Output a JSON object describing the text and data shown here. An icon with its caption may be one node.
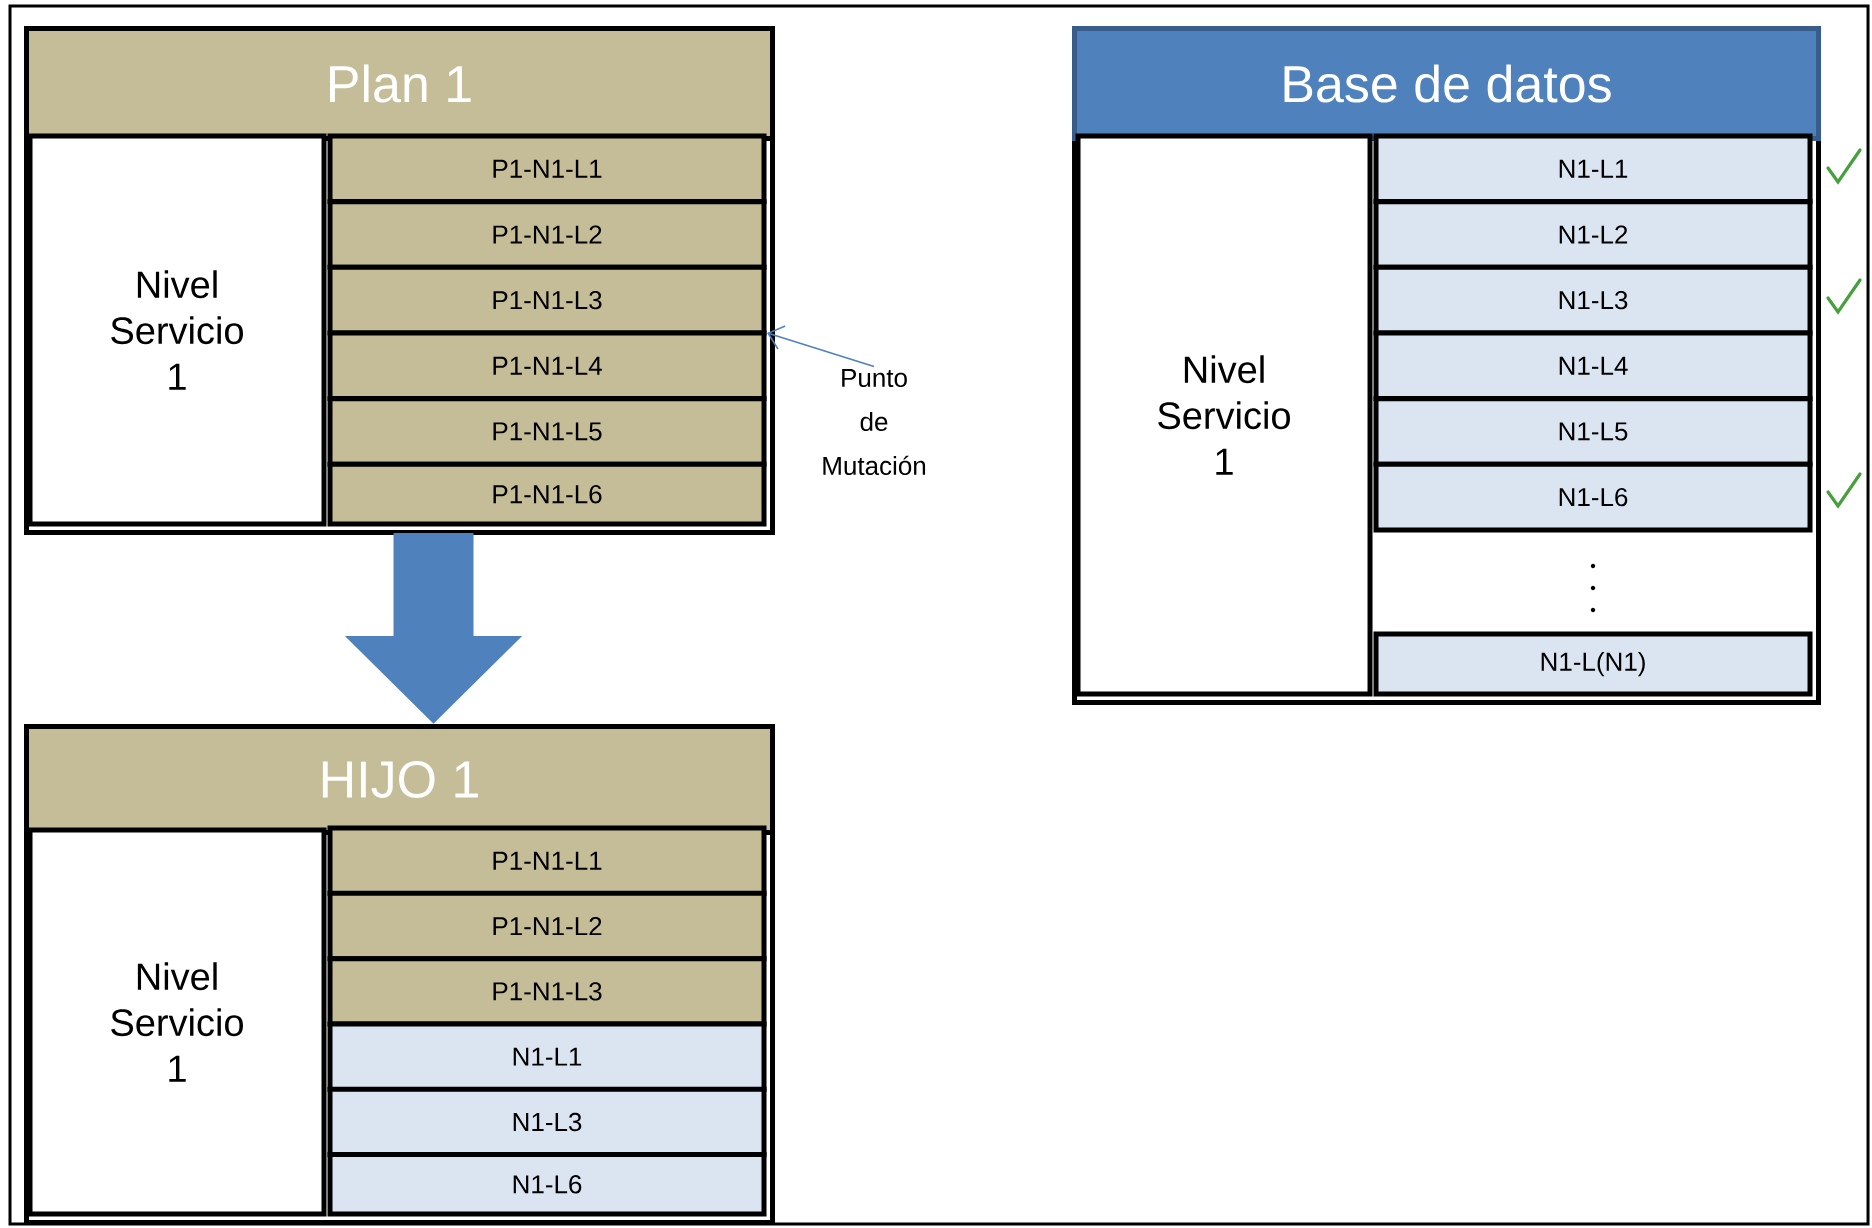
{
  "diagram": {
    "nodes": [
      {
        "text": [
          "Plan 1"
        ]
      },
      {
        "text": [
          "Nivel Servicio 1"
        ],
        "in": 0
      },
      {
        "text": [
          "P1-N1-L1"
        ],
        "in": 0
      },
      {
        "text": [
          "P1-N1-L2"
        ],
        "in": 0
      },
      {
        "text": [
          "P1-N1-L3"
        ],
        "in": 0
      },
      {
        "text": [
          "P1-N1-L4"
        ],
        "in": 0
      },
      {
        "text": [
          "P1-N1-L5"
        ],
        "in": 0
      },
      {
        "text": [
          "P1-N1-L6"
        ],
        "in": 0
      },
      {
        "text": [
          "Punto de Mutación"
        ]
      },
      {
        "text": [
          "HIJO 1"
        ]
      },
      {
        "text": [
          "Nivel Servicio 1"
        ],
        "in": 9
      },
      {
        "text": [
          "P1-N1-L1"
        ],
        "in": 9
      },
      {
        "text": [
          "P1-N1-L2"
        ],
        "in": 9
      },
      {
        "text": [
          "P1-N1-L3"
        ],
        "in": 9
      },
      {
        "text": [
          "N1-L1"
        ],
        "in": 9
      },
      {
        "text": [
          "N1-L3"
        ],
        "in": 9
      },
      {
        "text": [
          "N1-L6"
        ],
        "in": 9
      },
      {
        "text": [
          "Base de datos"
        ]
      },
      {
        "text": [
          "Nivel Servicio 1"
        ],
        "in": 17
      },
      {
        "text": [
          "N1-L1"
        ],
        "in": 17
      },
      {
        "text": [
          "N1-L2"
        ],
        "in": 17
      },
      {
        "text": [
          "N1-L3"
        ],
        "in": 17
      },
      {
        "text": [
          "N1-L4"
        ],
        "in": 17
      },
      {
        "text": [
          "N1-L5"
        ],
        "in": 17
      },
      {
        "text": [
          "N1-L6"
        ],
        "in": 17
      },
      {
        "text": [
          "N1-L(N1)"
        ],
        "in": 17
      }
    ],
    "edges": [
      {
        "from": 8,
        "to": 5,
        "arrow": "to"
      },
      {
        "from": 0,
        "to": 9,
        "arrow": "to",
        "style": "thick"
      }
    ]
  }
}
